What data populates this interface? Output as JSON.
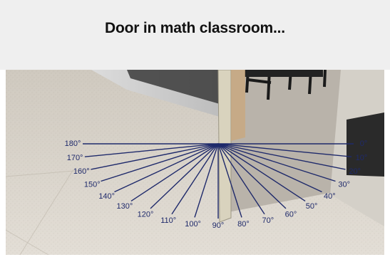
{
  "caption": "Door in math classroom...",
  "photo": {
    "floor_color": "#d8d2c8",
    "ink_color": "#1f2a6b",
    "angle_labels": [
      "0°",
      "10°",
      "20°",
      "30°",
      "40°",
      "50°",
      "60°",
      "70°",
      "80°",
      "90°",
      "100°",
      "110°",
      "120°",
      "130°",
      "140°",
      "150°",
      "160°",
      "170°",
      "180°"
    ]
  }
}
